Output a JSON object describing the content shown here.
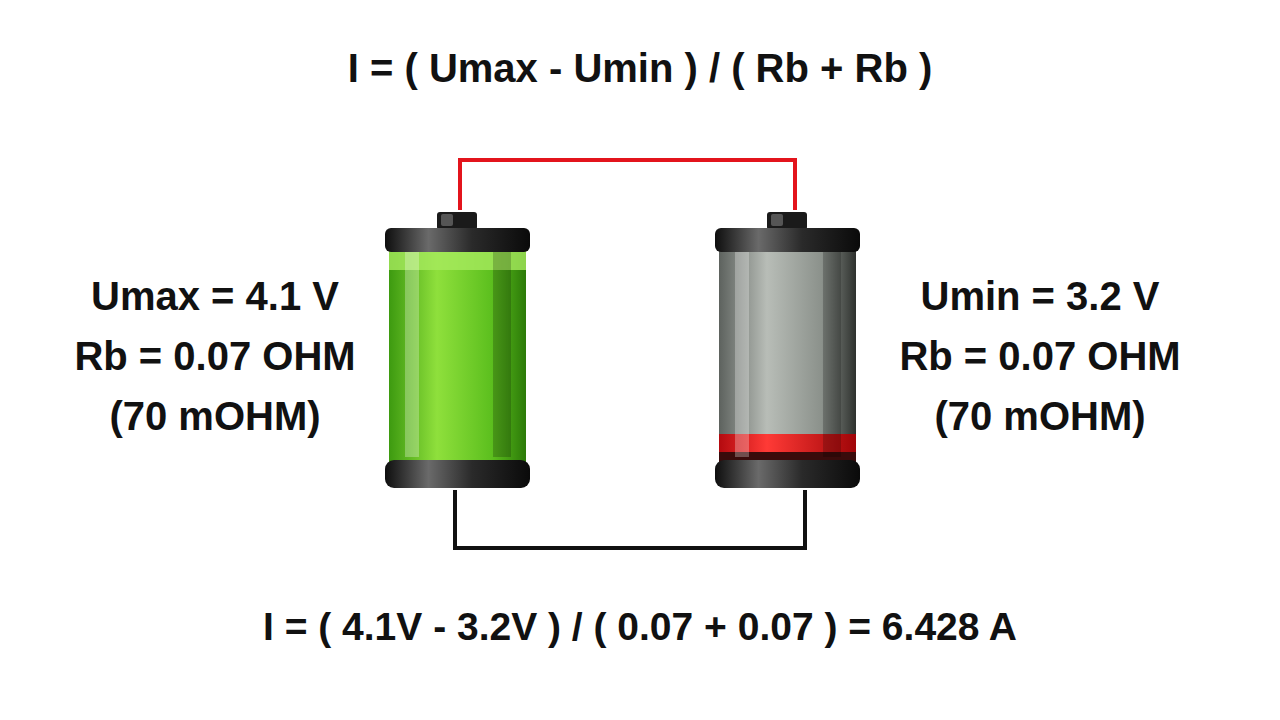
{
  "diagram": {
    "title": "I = ( Umax - Umin ) / ( Rb + Rb )",
    "caption": "I = ( 4.1V - 3.2V ) / ( 0.07 + 0.07 ) = 6.428 A",
    "nodes": [
      {
        "text": [
          "Umax = 4.1 V",
          "Rb = 0.07 OHM",
          "(70 mOHM)"
        ]
      },
      {
        "text": [
          "Umin = 3.2 V",
          "Rb = 0.07 OHM",
          "(70 mOHM)"
        ]
      }
    ],
    "edges": [
      {
        "from": 0,
        "to": 1,
        "arrow": "none"
      },
      {
        "from": 0,
        "to": 1,
        "arrow": "none"
      }
    ]
  }
}
